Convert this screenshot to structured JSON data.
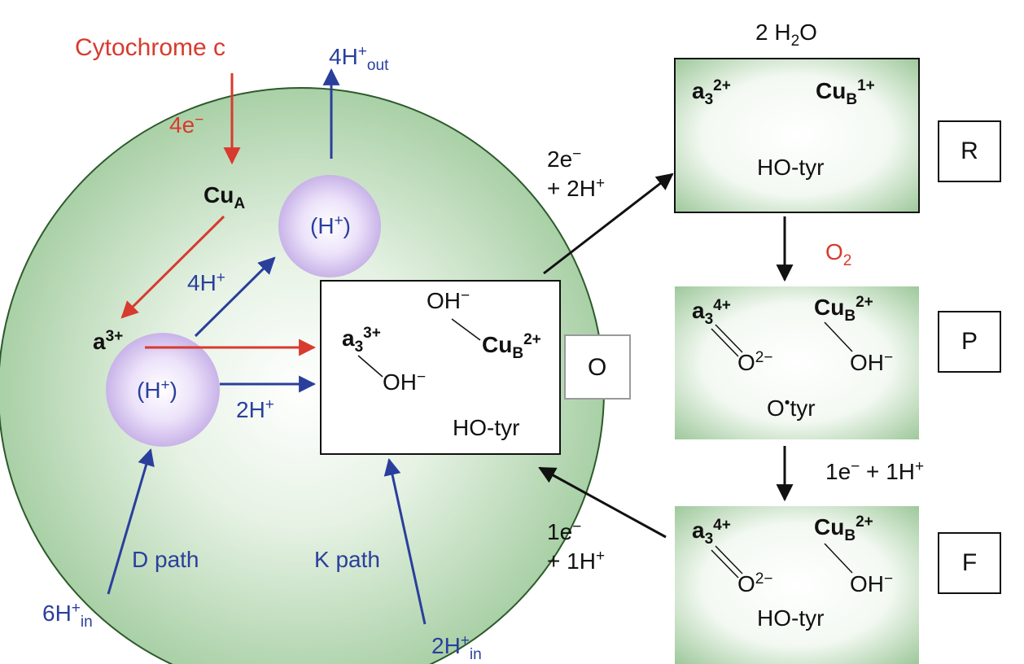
{
  "colors": {
    "electron": "#d83a2e",
    "proton": "#2a3f9c",
    "enzyme_body": "#b6d7b4",
    "proton_site": "#d9c8ef"
  },
  "labels": {
    "cytochrome_c": "Cytochrome c",
    "e4": "4e",
    "e4_sup": "−",
    "cu_a": "Cu",
    "cu_a_sub": "A",
    "h_out_main": "4H",
    "h_out_sup": "+",
    "h_out_sub": "out",
    "h_site_upper": "(H",
    "h_site_upper_sup": "+",
    "h_site_upper_close": ")",
    "h4_mid": "4H",
    "h4_mid_sup": "+",
    "a3plus": "a",
    "a3plus_sup": "3+",
    "h_site_lower": "(H",
    "h_site_lower_sup": "+",
    "h_site_lower_close": ")",
    "h2_mid": "2H",
    "h2_mid_sup": "+",
    "d_path": "D path",
    "k_path": "K path",
    "h6_in": "6H",
    "h6_in_sup": "+",
    "h6_in_sub": "in",
    "h2_in": "2H",
    "h2_in_sup": "+",
    "h2_in_sub": "in",
    "to_r_line1": "2e",
    "to_r_line1_sup": "−",
    "to_r_line2": "+ 2H",
    "to_r_line2_sup": "+",
    "from_f_line1": "1e",
    "from_f_line1_sup": "−",
    "from_f_line2": "+ 1H",
    "from_f_line2_sup": "+",
    "water": "2 H",
    "water_sub": "2",
    "water_o": "O",
    "o2": "O",
    "o2_sub": "2",
    "pf_step": "1e",
    "pf_step_sup": "−",
    "pf_step_mid": " + 1H",
    "pf_step_sup2": "+"
  },
  "state_o": {
    "label": "O",
    "a3": "a",
    "a3_sub": "3",
    "a3_sup": "3+",
    "oh_a3": "OH",
    "oh_a3_sup": "−",
    "oh_cu": "OH",
    "oh_cu_sup": "−",
    "cub": "Cu",
    "cub_sub": "B",
    "cub_sup": "2+",
    "tyr": "HO-tyr"
  },
  "state_r": {
    "label": "R",
    "a3": "a",
    "a3_sub": "3",
    "a3_sup": "2+",
    "cub": "Cu",
    "cub_sub": "B",
    "cub_sup": "1+",
    "tyr": "HO-tyr"
  },
  "state_p": {
    "label": "P",
    "a3": "a",
    "a3_sub": "3",
    "a3_sup": "4+",
    "cub": "Cu",
    "cub_sub": "B",
    "cub_sup": "2+",
    "oxo": "O",
    "oxo_sup": "2−",
    "oh": "OH",
    "oh_sup": "−",
    "tyr": "O",
    "tyr_dot": "•",
    "tyr_rest": "tyr"
  },
  "state_f": {
    "label": "F",
    "a3": "a",
    "a3_sub": "3",
    "a3_sup": "4+",
    "cub": "Cu",
    "cub_sub": "B",
    "cub_sup": "2+",
    "oxo": "O",
    "oxo_sup": "2−",
    "oh": "OH",
    "oh_sup": "−",
    "tyr": "HO-tyr"
  }
}
